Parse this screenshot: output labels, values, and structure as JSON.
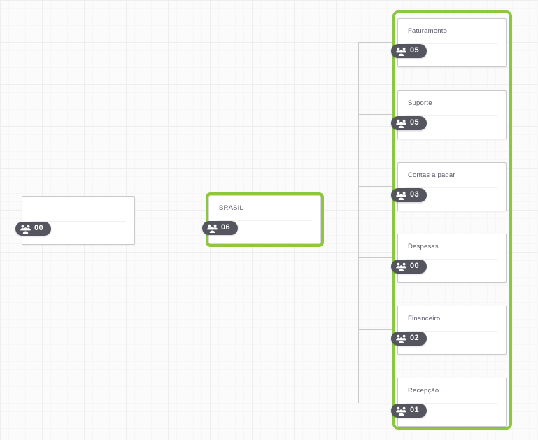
{
  "diagram": {
    "type": "org-chart",
    "accent_color": "#8dc63f",
    "badge_color": "#55555f",
    "node_border_color": "#c9c9c9",
    "connector_color": "#c9c9c9",
    "background_color": "#fbfbfb",
    "badge_icon": "users-icon"
  },
  "nodes": {
    "root": {
      "title": "",
      "count": "00",
      "selected": false
    },
    "level1": {
      "title": "BRASIL",
      "count": "06",
      "selected": true
    },
    "departments": [
      {
        "title": "Faturamento",
        "count": "05"
      },
      {
        "title": "Suporte",
        "count": "05"
      },
      {
        "title": "Contas a pagar",
        "count": "03"
      },
      {
        "title": "Despesas",
        "count": "00"
      },
      {
        "title": "Financeiro",
        "count": "02"
      },
      {
        "title": "Recepção",
        "count": "01"
      }
    ]
  }
}
